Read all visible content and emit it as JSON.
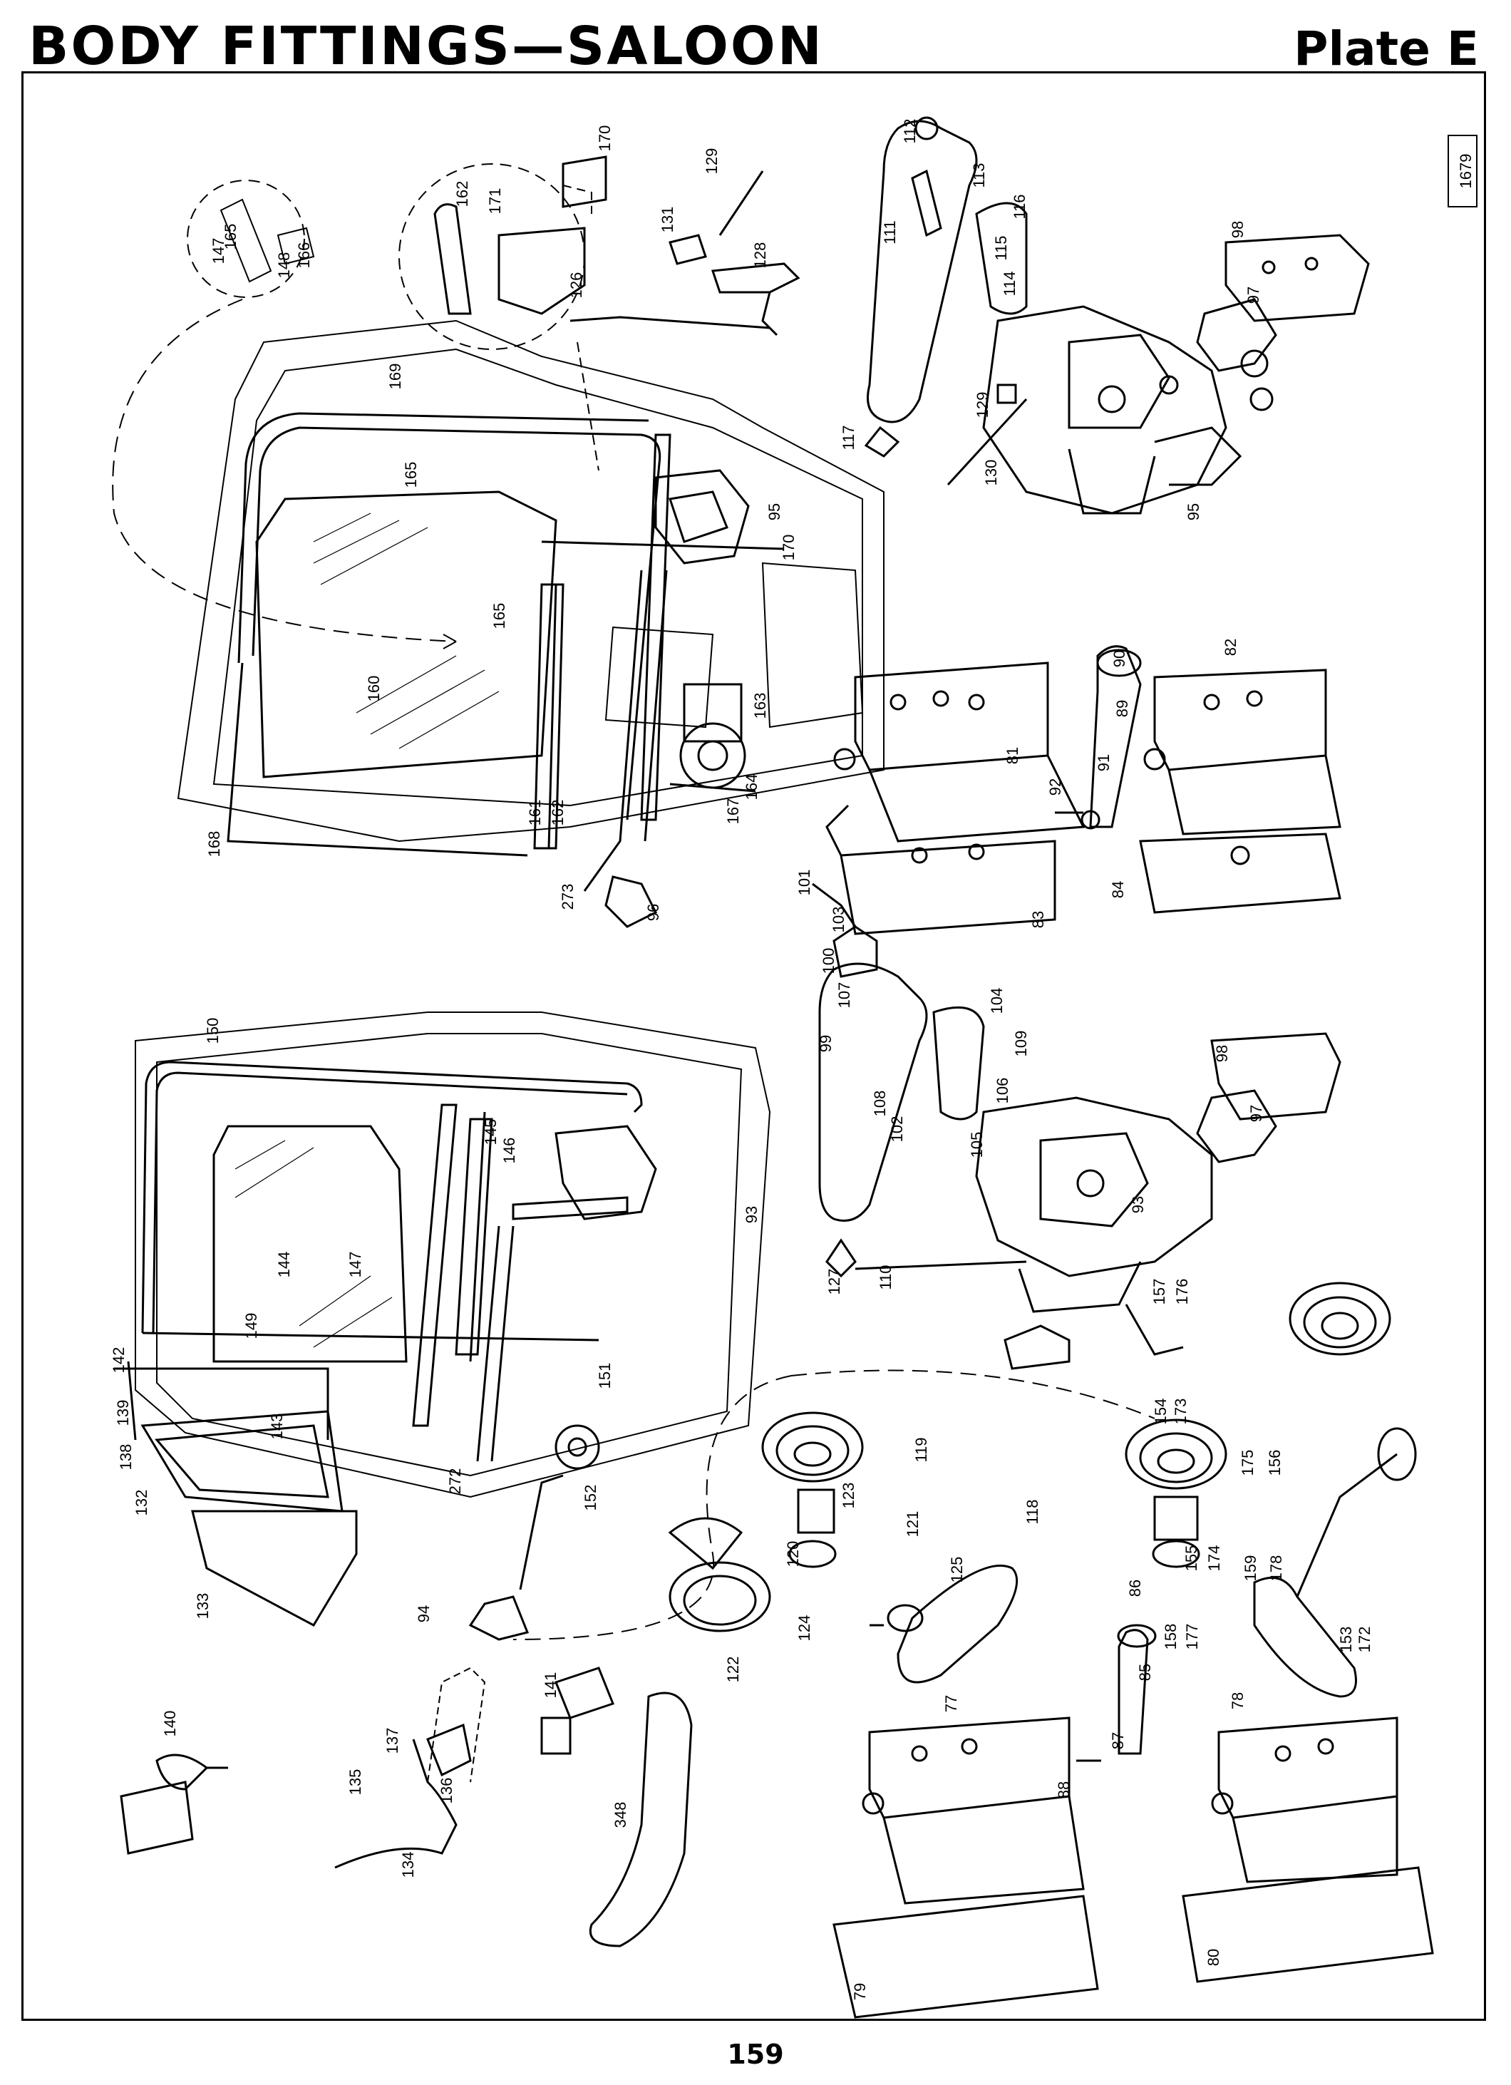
{
  "header": {
    "title": "BODY FITTINGS—SALOON",
    "plate": "Plate E"
  },
  "plate_number": "1679",
  "page_number": "159",
  "labels": [
    "147",
    "165",
    "148",
    "166",
    "162",
    "171",
    "170",
    "126",
    "131",
    "129",
    "128",
    "112",
    "113",
    "116",
    "115",
    "114",
    "111",
    "98",
    "97",
    "169",
    "165",
    "95",
    "170",
    "165",
    "160",
    "163",
    "164",
    "167",
    "161",
    "162",
    "168",
    "273",
    "96",
    "117",
    "129",
    "130",
    "95",
    "82",
    "90",
    "89",
    "91",
    "92",
    "81",
    "84",
    "83",
    "101",
    "103",
    "100",
    "107",
    "99",
    "104",
    "109",
    "108",
    "102",
    "106",
    "105",
    "98",
    "97",
    "93",
    "110",
    "127",
    "157",
    "176",
    "150",
    "145",
    "146",
    "147",
    "144",
    "149",
    "93",
    "142",
    "139",
    "143",
    "138",
    "132",
    "133",
    "151",
    "272",
    "152",
    "94",
    "154",
    "173",
    "175",
    "156",
    "155",
    "174",
    "159",
    "178",
    "153",
    "172",
    "158",
    "177",
    "119",
    "121",
    "123",
    "120",
    "118",
    "125",
    "124",
    "122",
    "140",
    "137",
    "135",
    "136",
    "141",
    "134",
    "348",
    "77",
    "86",
    "85",
    "87",
    "88",
    "79",
    "78",
    "80"
  ]
}
